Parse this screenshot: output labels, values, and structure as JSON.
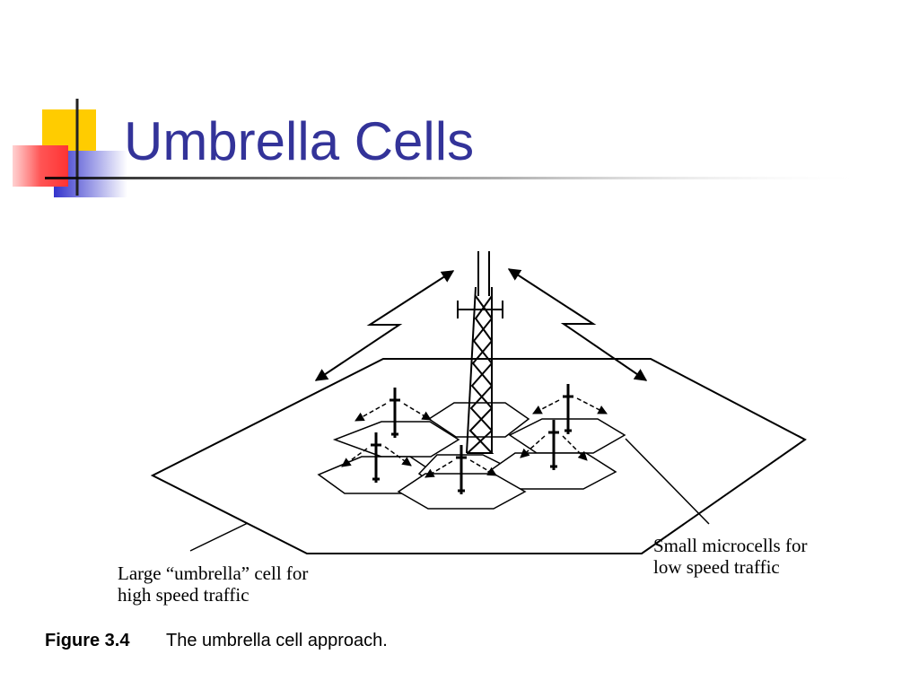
{
  "slide": {
    "title": "Umbrella Cells",
    "accent_color": "#333399"
  },
  "diagram": {
    "label_large_line1": "Large “umbrella” cell for",
    "label_large_line2": "high speed traffic",
    "label_small_line1": "Small microcells for",
    "label_small_line2": "low speed traffic",
    "caption_number": "Figure 3.4",
    "caption_text": "The umbrella cell approach."
  }
}
